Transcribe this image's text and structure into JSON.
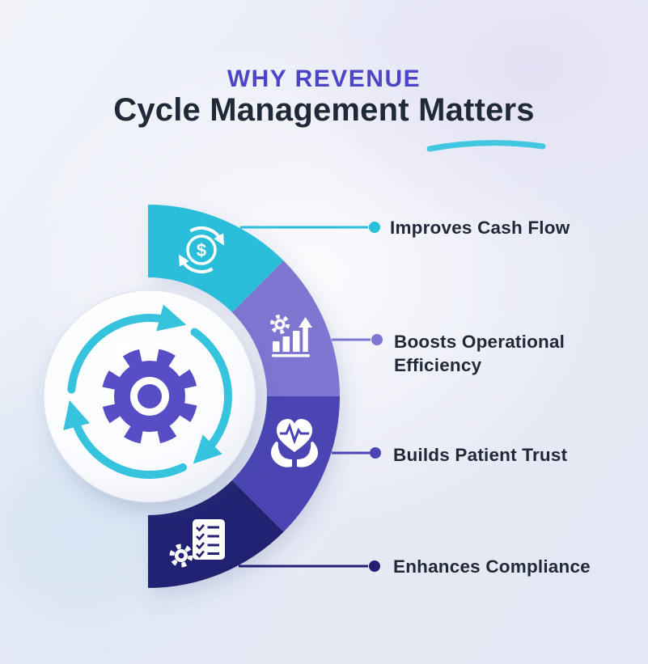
{
  "header": {
    "eyebrow": "WHY REVENUE",
    "title": "Cycle Management Matters",
    "colors": {
      "eyebrow": "#4C46C6",
      "title": "#1F2937",
      "underline": "#41C7E0"
    }
  },
  "center": {
    "icon": "gear-cycle-icon",
    "gear_color": "#574EC6",
    "arrow_color": "#35C3DE"
  },
  "items": [
    {
      "label": "Improves Cash Flow",
      "color": "#2BBEDB",
      "icon": "dollar-cycle-icon",
      "currency_symbol": "$"
    },
    {
      "label": "Boosts Operational Efficiency",
      "color": "#7E76D1",
      "icon": "growth-chart-icon"
    },
    {
      "label": "Builds Patient Trust",
      "color": "#4B44B3",
      "icon": "hands-heart-icon"
    },
    {
      "label": "Enhances Compliance",
      "color": "#232072",
      "icon": "checklist-gear-icon"
    }
  ],
  "label_color": "#1F2937"
}
